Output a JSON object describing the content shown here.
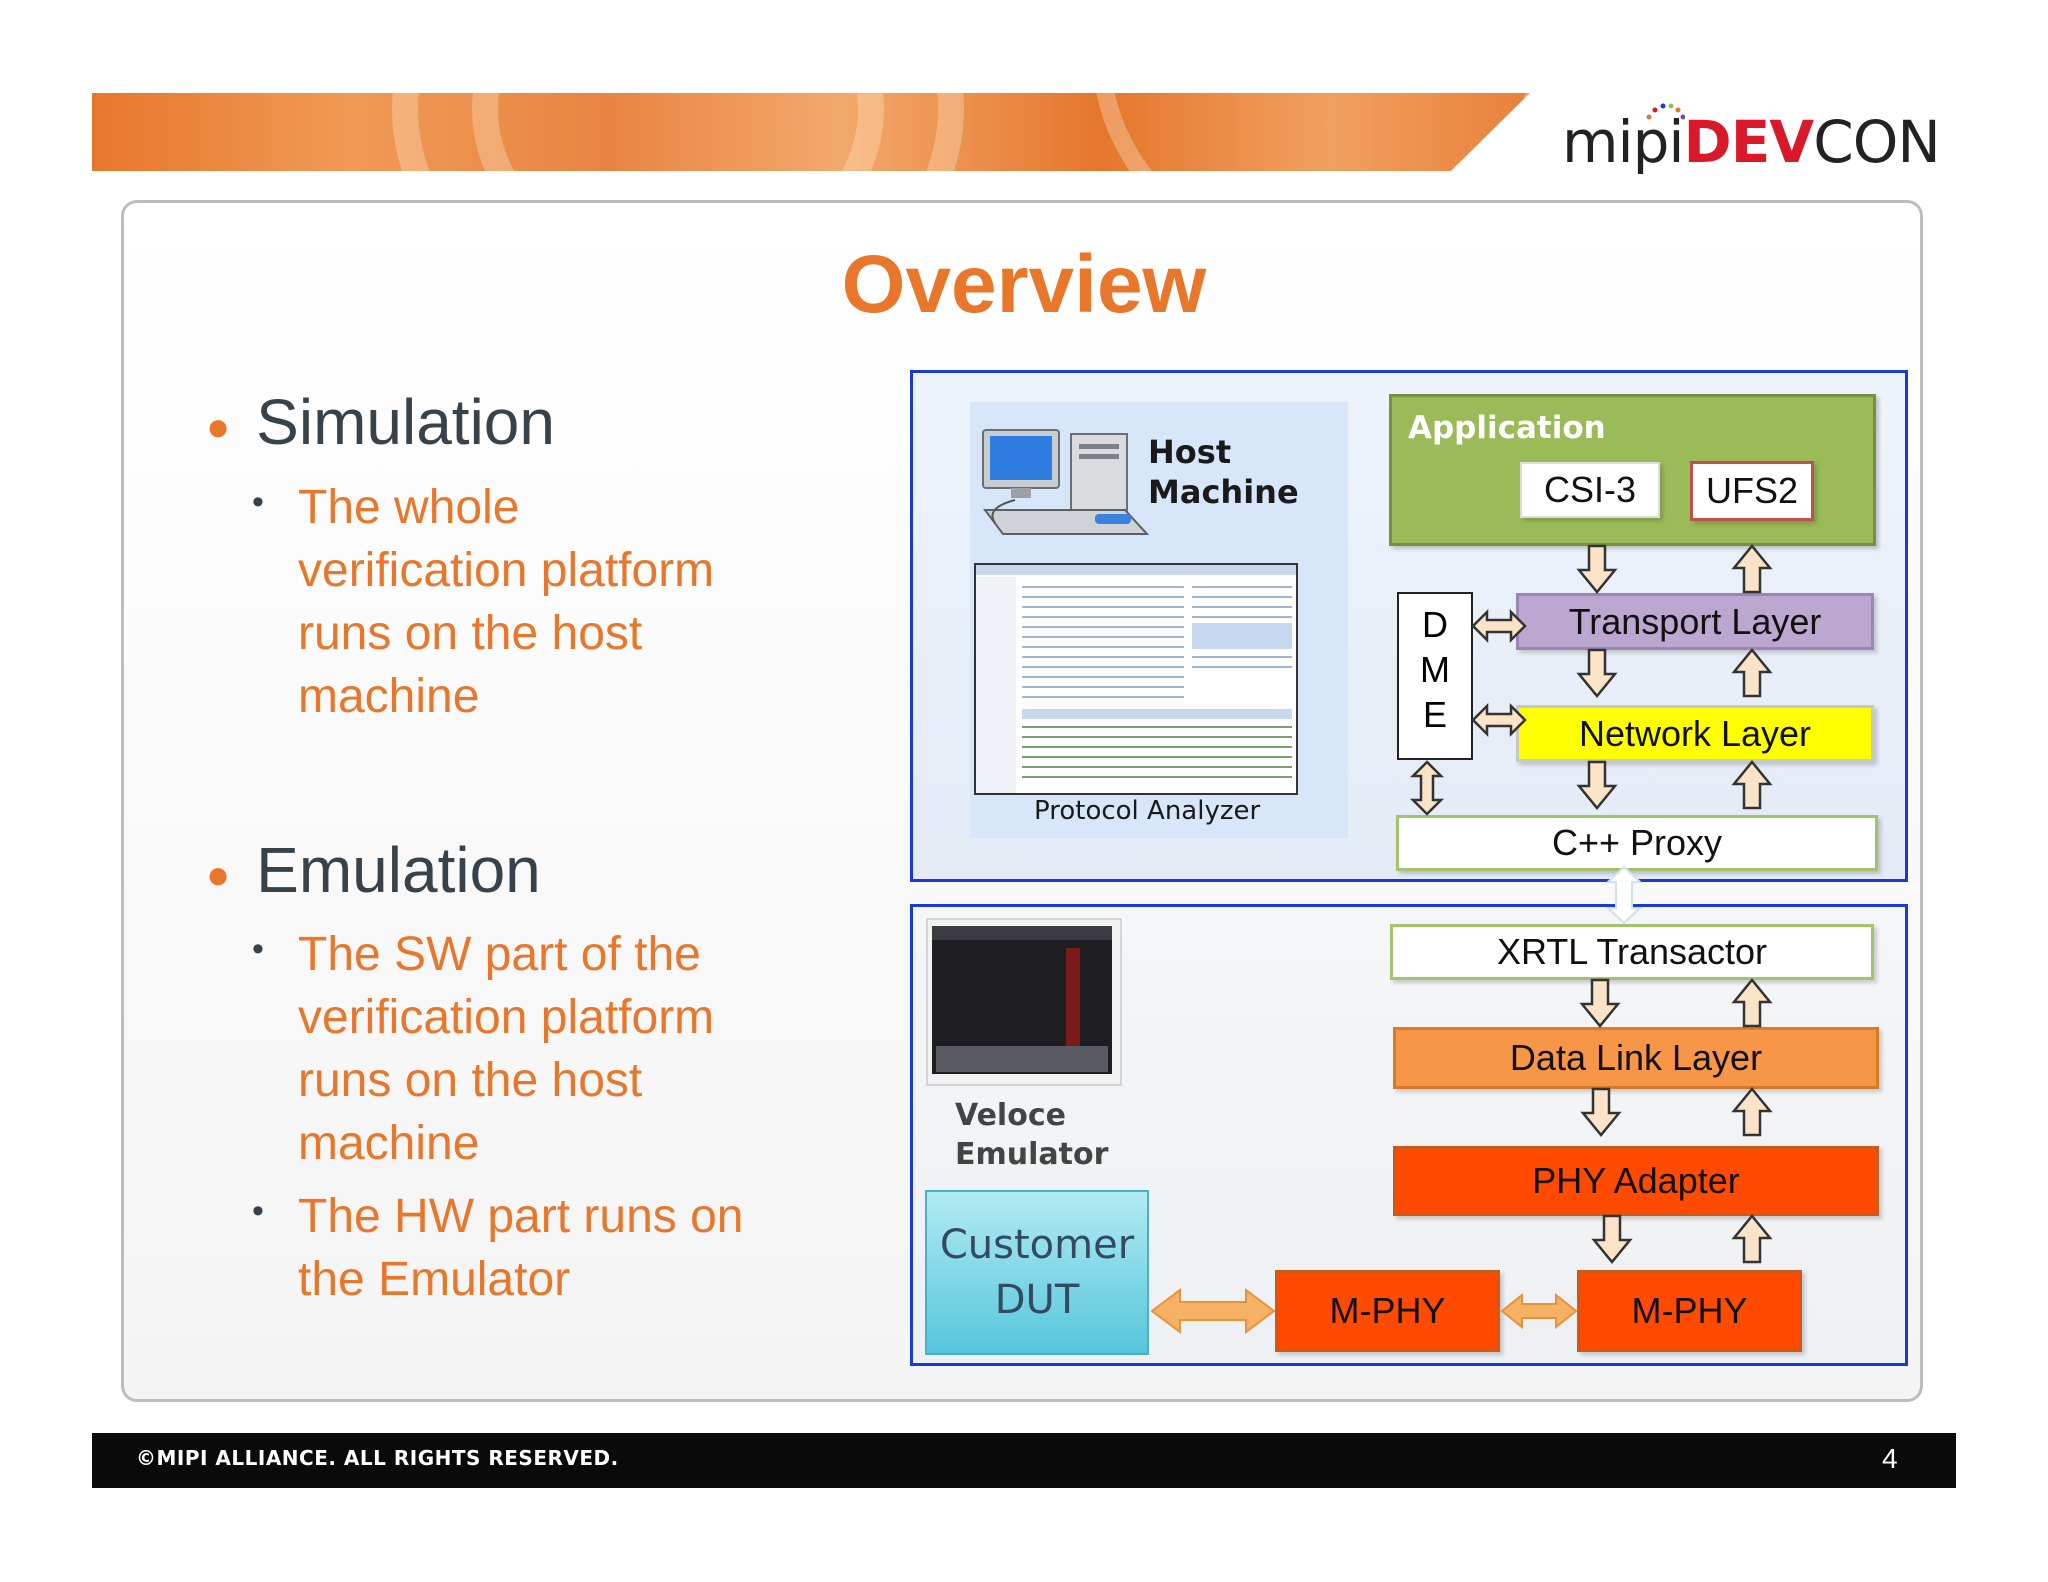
{
  "logo": {
    "mipi": "mipi",
    "dev": "DEV",
    "con": "CON"
  },
  "slide": {
    "title": "Overview",
    "page_number": "4",
    "copyright": "©MIPI ALLIANCE. ALL RIGHTS RESERVED."
  },
  "bullets": {
    "simulation": {
      "label": "Simulation",
      "sub": [
        "The whole",
        "verification platform",
        "runs on the host",
        "machine"
      ]
    },
    "emulation": {
      "label": "Emulation",
      "sub1": [
        "The SW part of the",
        "verification platform",
        "runs on the host",
        "machine"
      ],
      "sub2": [
        "The HW part runs on",
        "the Emulator"
      ]
    }
  },
  "diagram": {
    "host_machine": [
      "Host",
      "Machine"
    ],
    "protocol_analyzer": "Protocol Analyzer",
    "application": "Application",
    "csi3": "CSI-3",
    "ufs2": "UFS2",
    "transport": "Transport Layer",
    "network": "Network Layer",
    "dme": [
      "D",
      "M",
      "E"
    ],
    "proxy": "C++ Proxy",
    "xrtl": "XRTL Transactor",
    "data_link": "Data Link Layer",
    "phy_adapter": "PHY Adapter",
    "mphy_left": "M-PHY",
    "mphy_right": "M-PHY",
    "veloce": [
      "Veloce",
      "Emulator"
    ],
    "dut": [
      "Customer",
      "DUT"
    ]
  },
  "colors": {
    "accent": "#e8772b",
    "frame": "#1a3ad6",
    "application": "#9bbb59",
    "transport": "#bba7d0",
    "network": "#ffff00",
    "data_link": "#f79646",
    "phy": "#ff4a00",
    "dut": "#56c6dd"
  }
}
